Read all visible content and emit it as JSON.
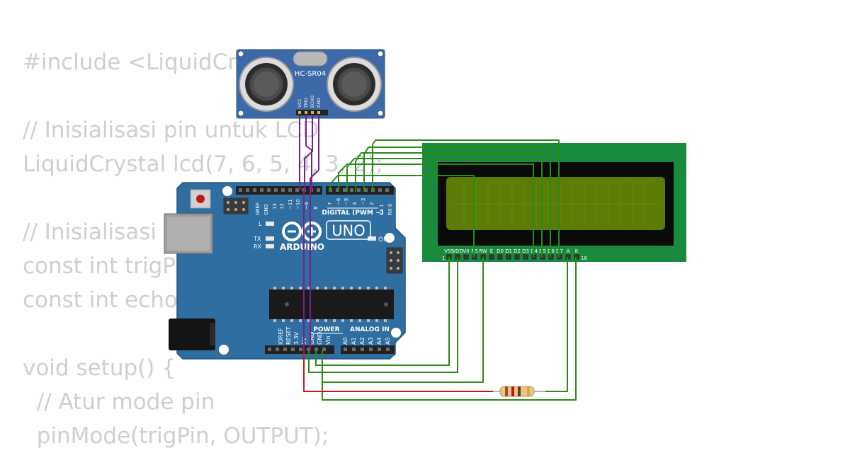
{
  "code_lines": [
    "#include <LiquidCrystal.h>",
    "",
    "// Inisialisasi pin untuk LCD",
    "LiquidCrystal lcd(7, 6, 5, 4, 3, 2);",
    "",
    "// Inisialisasi pin sensor",
    "const int trigPin = 9;",
    "const int echoPin = 10;",
    "",
    "void setup() {",
    "  // Atur mode pin",
    "  pinMode(trigPin, OUTPUT);"
  ],
  "sensor": {
    "model": "HC-SR04",
    "pins": [
      "VCC",
      "TRIG",
      "ECHO",
      "GND"
    ]
  },
  "arduino": {
    "brand": "ARDUINO",
    "model": "UNO",
    "digital_header": "DIGITAL (PWM ~)",
    "analog_header": "ANALOG IN",
    "power_header": "POWER",
    "aref": "AREF",
    "gnd": "GND",
    "digital_pins": [
      "13",
      "12",
      "~11",
      "~10",
      "~9",
      "8",
      "7",
      "~6",
      "~5",
      "4",
      "~3",
      "2",
      "TX 1",
      "RX 0"
    ],
    "power_pins": [
      "IOREF",
      "RESET",
      "3.3V",
      "5V",
      "GND",
      "GND",
      "Vin"
    ],
    "analog_pins": [
      "A0",
      "A1",
      "A2",
      "A3",
      "A4",
      "A5"
    ],
    "led_l": "L",
    "led_tx": "TX",
    "led_rx": "RX",
    "led_on": "ON"
  },
  "lcd": {
    "pin_labels": [
      "VSS",
      "VDD",
      "V0",
      "RS",
      "RW",
      "E",
      "D0",
      "D1",
      "D2",
      "D3",
      "D4",
      "D5",
      "D6",
      "D7",
      "A",
      "K"
    ],
    "pin_first": "1",
    "pin_last": "16"
  },
  "colors": {
    "board": "#2e6ea1",
    "lcd_pcb": "#1a8a3e",
    "lcd_screen": "#5b7d05",
    "wire_green": "#2a8a18",
    "wire_purple": "#7a1f8e",
    "wire_red": "#c81818",
    "code_text": "#cfcfcf"
  }
}
